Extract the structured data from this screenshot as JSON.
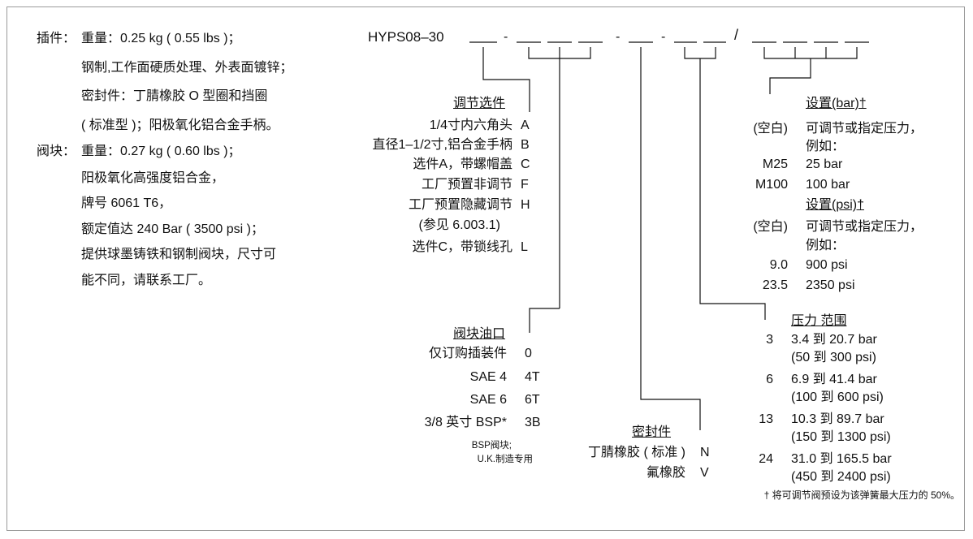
{
  "insert": {
    "label": "插件：",
    "lines": [
      "重量：0.25 kg ( 0.55 lbs )；",
      "钢制,工作面硬质处理、外表面镀锌；",
      "密封件：丁腈橡胶 O 型圈和挡圈",
      "( 标准型 )；阳极氧化铝合金手柄。"
    ]
  },
  "body": {
    "label": "阀块：",
    "lines": [
      "重量：0.27 kg ( 0.60 lbs )；",
      "阳极氧化高强度铝合金，",
      "牌号 6061 T6，",
      "额定值达 240 Bar ( 3500 psi )；",
      "提供球墨铸铁和钢制阀块，尺寸可",
      "能不同，请联系工厂。"
    ]
  },
  "model": {
    "code": "HYPS08–30",
    "sep1": "-",
    "sep2": "-",
    "sep3": "-",
    "slash": "/"
  },
  "adjust": {
    "header": "调节选件",
    "items": [
      {
        "label": "1/4寸内六角头",
        "code": "A"
      },
      {
        "label": "直径1–1/2寸,铝合金手柄",
        "code": "B"
      },
      {
        "label": "选件A，带螺帽盖",
        "code": "C"
      },
      {
        "label": "工厂预置非调节",
        "code": "F"
      },
      {
        "label": "工厂预置隐藏调节",
        "code": "H"
      },
      {
        "label": "(参见 6.003.1)",
        "code": ""
      },
      {
        "label": "选件C，带锁线孔",
        "code": "L"
      }
    ]
  },
  "port": {
    "header": "阀块油口",
    "items": [
      {
        "label": "仅订购插装件",
        "code": "0"
      },
      {
        "label": "SAE 4",
        "code": "4T"
      },
      {
        "label": "SAE 6",
        "code": "6T"
      },
      {
        "label": "3/8 英寸 BSP*",
        "code": "3B"
      }
    ],
    "note1": "BSP阀块;",
    "note2": "U.K.制造专用"
  },
  "seal": {
    "header": "密封件",
    "items": [
      {
        "label": "丁腈橡胶 ( 标准 )",
        "code": "N"
      },
      {
        "label": "氟橡胶",
        "code": "V"
      }
    ]
  },
  "setting": {
    "header_bar": "设置(bar)†",
    "bar_items": [
      {
        "code": "(空白)",
        "lines": [
          "可调节或指定压力，",
          "例如："
        ]
      },
      {
        "code": "M25",
        "lines": [
          "25 bar"
        ]
      },
      {
        "code": "M100",
        "lines": [
          "100 bar"
        ]
      }
    ],
    "header_psi": "设置(psi)†",
    "psi_items": [
      {
        "code": "(空白)",
        "lines": [
          "可调节或指定压力，",
          "例如："
        ]
      },
      {
        "code": "9.0",
        "lines": [
          "900 psi"
        ]
      },
      {
        "code": "23.5",
        "lines": [
          "2350 psi"
        ]
      }
    ]
  },
  "range": {
    "header": "压力 范围",
    "items": [
      {
        "code": "3",
        "line1": "3.4 到 20.7 bar",
        "line2": "(50 到 300 psi)"
      },
      {
        "code": "6",
        "line1": "6.9 到 41.4 bar",
        "line2": "(100 到 600 psi)"
      },
      {
        "code": "13",
        "line1": "10.3 到 89.7 bar",
        "line2": "(150 到 1300 psi)"
      },
      {
        "code": "24",
        "line1": "31.0 到 165.5 bar",
        "line2": "(450 到 2400 psi)"
      }
    ]
  },
  "footnote": "† 将可调节阀预设为该弹簧最大压力的 50%。"
}
